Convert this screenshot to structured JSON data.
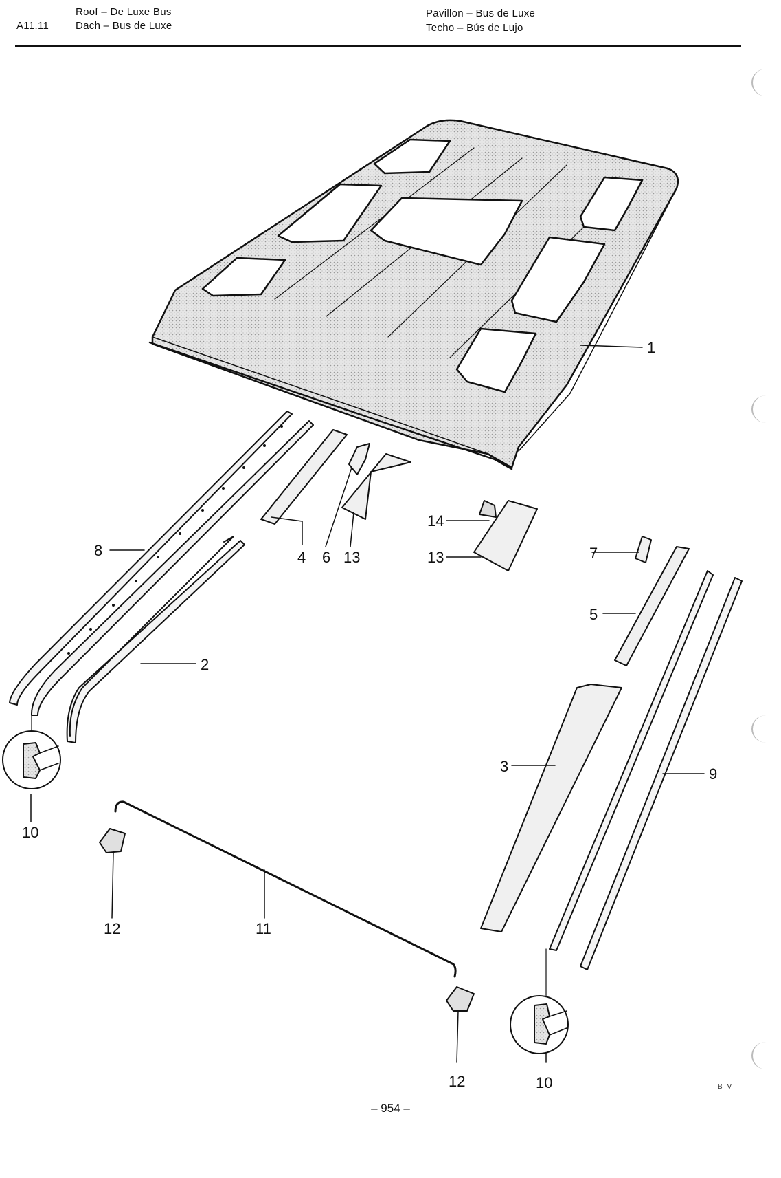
{
  "header": {
    "code": "A11.11",
    "title_en": "Roof – De Luxe Bus",
    "title_de": "Dach – Bus de Luxe",
    "title_fr": "Pavillon – Bus de Luxe",
    "title_es": "Techo – Bús de Lujo"
  },
  "callouts": {
    "c1": "1",
    "c2": "2",
    "c3": "3",
    "c4": "4",
    "c5": "5",
    "c6": "6",
    "c7": "7",
    "c8": "8",
    "c9": "9",
    "c10a": "10",
    "c10b": "10",
    "c11": "11",
    "c12a": "12",
    "c12b": "12",
    "c13a": "13",
    "c13b": "13",
    "c14": "14"
  },
  "footer": {
    "page": "– 954 –",
    "initials": "B V"
  }
}
